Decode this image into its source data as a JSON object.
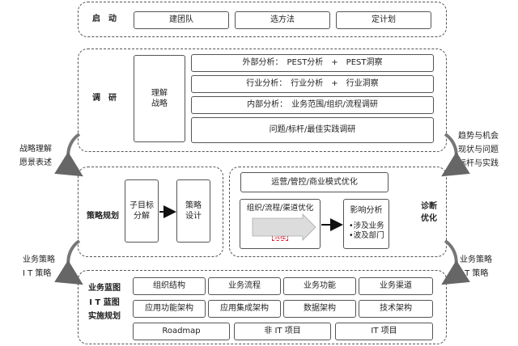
{
  "launch": {
    "label": "启　动",
    "items": [
      "建团队",
      "选方法",
      "定计划"
    ]
  },
  "research": {
    "label": "调　研",
    "understand": "理解\n战略",
    "rows": [
      "外部分析：　PEST分析　+　PEST洞察",
      "行业分析：　行业分析　+　行业洞察",
      "内部分析：　业务范围/组织/流程调研",
      "问题/标杆/最佳实践调研"
    ]
  },
  "strategy": {
    "label": "策略规划",
    "sub_goal": "子目标\n分解",
    "design": "策略\n设计"
  },
  "diagnosis": {
    "label": "诊断\n优化",
    "model": "运营/管控/商业模式优化",
    "org": "组织/流程/渠道优化",
    "dept_tags": [
      "部门",
      "部门",
      "部门",
      "流程"
    ],
    "impact_title": "影响分析",
    "impact_items": "•涉及业务\n•波及部门"
  },
  "blueprint": {
    "label": "业务蓝图\nI T 蓝图\n实施规划",
    "row1": [
      "组织结构",
      "业务流程",
      "业务功能",
      "业务渠道"
    ],
    "row2": [
      "应用功能架构",
      "应用集成架构",
      "数据架构",
      "技术架构"
    ],
    "row3": [
      "Roadmap",
      "非 IT 项目",
      "IT 项目"
    ]
  },
  "side": {
    "left1": "战略理解\n愿景表述",
    "right1": "趋势与机会\n现状与问题\n标杆与实践",
    "left2": "业务策略\nI T 策略",
    "right2": "业务策略\nI T 策略"
  }
}
